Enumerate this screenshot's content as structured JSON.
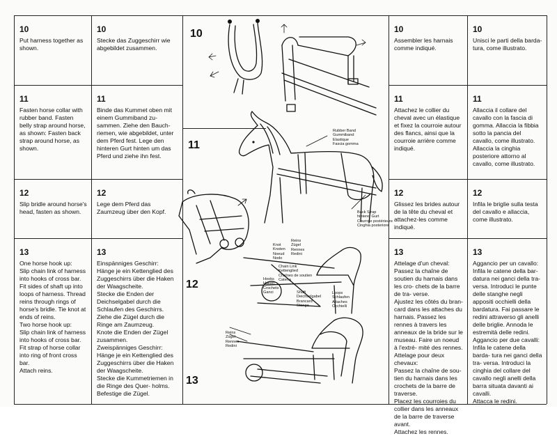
{
  "steps": {
    "s10": {
      "num": "10",
      "en": "Put harness together as shown.",
      "de": "Stecke das Zuggeschirr wie abgebildet zusammen.",
      "fr": "Assembler les harnais comme indiqué.",
      "it": "Unisci le parti della barda- tura, come illustrato."
    },
    "s11": {
      "num": "11",
      "en": "Fasten horse collar with rubber band. Fasten belly strap around horse, as shown: Fasten back strap around horse, as shown.",
      "de": "Binde das Kummet oben mit einem Gummiband zu- sammen. Ziehe den Bauch- riemen, wie abgebildet, unter dem Pferd fest. Lege den hinteren Gurt hinten um das Pferd und ziehe ihn fest.",
      "fr": "Attachez le collier du cheval avec un élastique et fixez la courroie autour des flancs, ainsi que la courroie arrière comme indiqué.",
      "it": "Allaccia il collare del cavallo con la fascia di gomma. Allaccia la fibbia sotto la pancia del cavallo, come illustrato. Allaccia la cinghia posteriore attorno al cavallo, come illustrato."
    },
    "s12": {
      "num": "12",
      "en": "Slip bridle around horse's head, fasten as shown.",
      "de": "Lege dem Pferd das Zaumzeug über den Kopf.",
      "fr": "Glissez les brides autour de la tête du cheval et attachez-les comme indiqué.",
      "it": "Infila le briglie sulla testa del cavallo e allaccia, come illustrato."
    },
    "s13": {
      "num": "13",
      "en": "One horse hook up:\nSlip chain link of harness into hooks of cross bar.\nFit sides of shaft up into loops of harness. Thread reins through rings of horse's bridle. Tie knot at ends of reins.\nTwo horse hook up:\nSlip chain link of harness into hooks of cross bar.\nFit strap of horse collar into ring of front cross bar.\nAttach reins.",
      "de": "Einspänniges Geschirr:\nHänge je ein Kettenglied des Zuggeschirrs über die Haken der Waagscheite.\nStecke die Enden der Deichselgabel durch die Schlaufen des Geschirrs.\nZiehe die Zügel durch die Ringe am Zaumzeug.\nKnote die Enden der Zügel zusammen.\nZweispänniges Geschirr:\nHänge je ein Kettenglied des Zuggeschirrs über die Haken der Waagscheite.\nStecke die Kummetriemen in die Ringe des Quer- holms. Befestige die Zügel.",
      "fr": "Attelage d'un cheval:\nPassez la chaîne de soutien du harnais dans les cro- chets de la barre de tra- verse.\nAjustez les côtés du bran- card dans les attaches du harnais. Passez les rennes à travers les anneaux de la bride sur le museau. Faire un noeud à l'extré- mité des rennes.\nAttelage pour deux chevaux:\nPassez la chaîne de sou- tien du harnais dans les crochets de la barre de traverse.\nPlacez les courroies du collier dans les anneaux de la barre de traverse avant.\nAttachez les rennes.",
      "it": "Aggancio per un cavallo:\nInfila le catene della bar- datura nei ganci della tra- versa. Introduci le punte delle stanghe negli appositi occhielli della bardatura. Fai passare le redini attraverso gli anelli delle briglie. Annoda le estremità delle redini.\nAggancio per due cavalli:\nInfila le catene della barda- tura nei ganci della tra- versa. Introduci la cinghia del collare del cavallo negli anelli della barra situata davanti ai cavalli.\nAttacca le redini."
    }
  },
  "figures": {
    "f10": "10",
    "f11": "11",
    "f12": "12",
    "f13": "13"
  },
  "labels": {
    "rubber_band": "Rubber Band\nGummiband\nElastique\nFascia gomma",
    "back_strap": "Back Strap\nhinterer Gurt\nCourroie postérieure\nCinghia posteriore",
    "knot": "Knot\nKnoten\nNoeud\nNodo",
    "reins_top": "Reins\nZügel\nRennes\nRedini",
    "chain_link": "Chain Link\nKettenglied\nChaînes de soutien\nCatena",
    "hooks": "Hooks\nHaken\nCrochets\nGanci",
    "shaft": "Shaft\nDeichselgabel\nBrancard\nStanga",
    "loops": "Loops\nSchlaufen\nAttaches\nOcchielli",
    "reins_bottom": "Reins\nZügel\nRennes\nRedini"
  }
}
